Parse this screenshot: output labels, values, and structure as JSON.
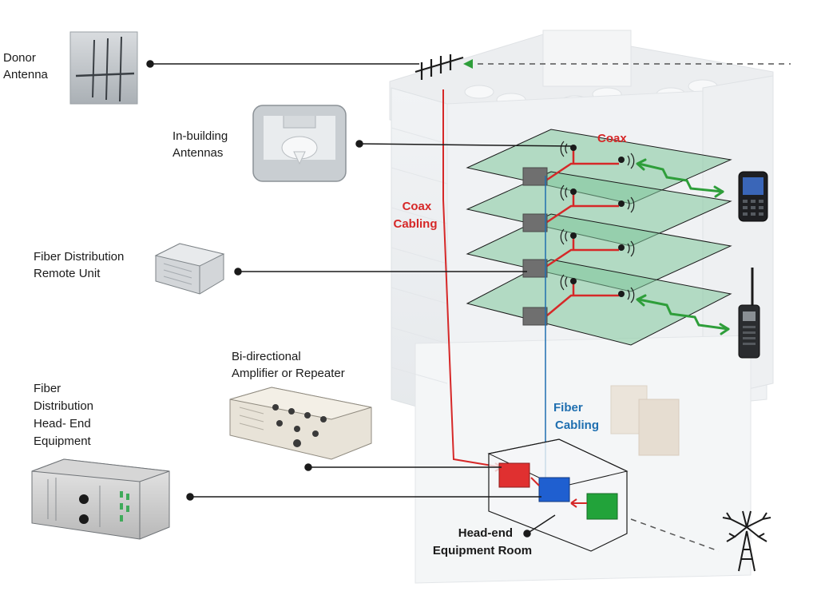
{
  "colors": {
    "coax": "#d62828",
    "fiber": "#1f6fb0",
    "green_link": "#2e9e3a",
    "floor_fill": "#7fc79a",
    "remote_unit": "#6f6f6f",
    "amplifier": "#e03030",
    "head_end": "#1f5fd0",
    "repeater_box": "#22a33a"
  },
  "labels": {
    "donor_antenna": [
      "Donor",
      "Antenna"
    ],
    "in_building_antennas": [
      "In-building",
      "Antennas"
    ],
    "fiber_remote_unit": [
      "Fiber Distribution",
      "Remote Unit"
    ],
    "bidirectional_amp": [
      "Bi-directional",
      "Amplifier or Repeater"
    ],
    "fiber_head_end": [
      "Fiber",
      "Distribution",
      "Head- End",
      "Equipment"
    ],
    "coax_top": "Coax",
    "coax_cabling": [
      "Coax",
      "Cabling"
    ],
    "fiber_cabling": [
      "Fiber",
      "Cabling"
    ],
    "head_end_room": [
      "Head-end",
      "Equipment Room"
    ]
  },
  "icons": {
    "donor_antenna_photo": "yagi-antenna-icon",
    "in_building_antenna_photo": "ceiling-antenna-icon",
    "remote_unit_photo": "remote-unit-icon",
    "amplifier_photo": "rack-amplifier-icon",
    "head_end_photo": "rack-chassis-icon",
    "smartphone": "smartphone-icon",
    "radio": "handheld-radio-icon",
    "cell_tower": "cell-tower-icon"
  }
}
